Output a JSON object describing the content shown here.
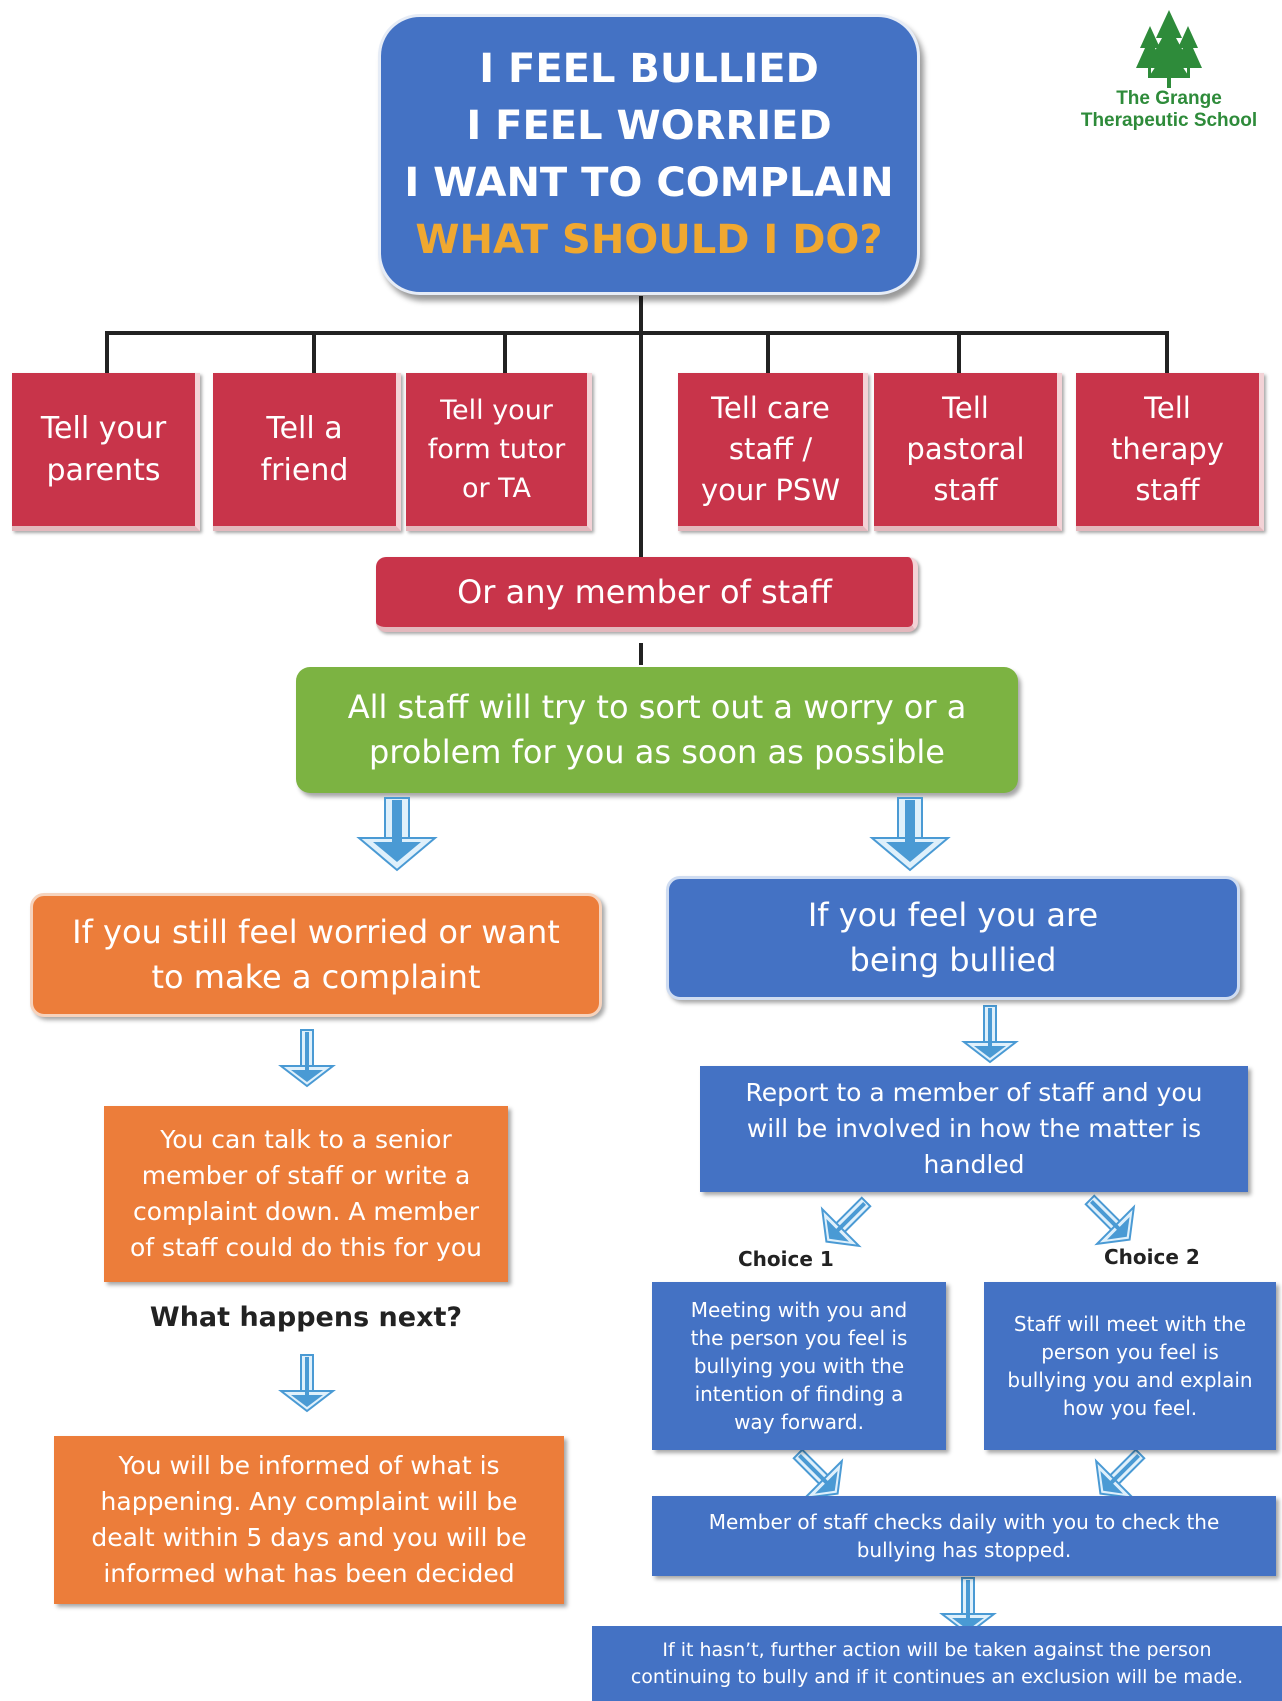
{
  "title": {
    "line1": "I FEEL BULLIED",
    "line2": "I FEEL WORRIED",
    "line3": "I WANT TO COMPLAIN",
    "line4": "WHAT SHOULD I DO?"
  },
  "logo": {
    "name_line1": "The Grange",
    "name_line2": "Therapeutic School"
  },
  "tell_options": [
    {
      "line1": "Tell your",
      "line2": "parents",
      "line3": ""
    },
    {
      "line1": "Tell a",
      "line2": "friend",
      "line3": ""
    },
    {
      "line1": "Tell your",
      "line2": "form tutor",
      "line3": "or TA"
    },
    {
      "line1": "Tell care",
      "line2": "staff /",
      "line3": "your PSW"
    },
    {
      "line1": "Tell",
      "line2": "pastoral",
      "line3": "staff"
    },
    {
      "line1": "Tell",
      "line2": "therapy",
      "line3": "staff"
    }
  ],
  "any_staff": "Or any member of staff",
  "all_staff": {
    "line1": "All staff will try to sort out a worry or a",
    "line2": "problem for you as soon as possible"
  },
  "left_branch": {
    "header_line1": "If you still feel worried or want",
    "header_line2": "to make a complaint",
    "step1": [
      "You can talk to a senior",
      "member of staff or write a",
      "complaint down. A member",
      "of staff could do this for you"
    ],
    "what_next": "What happens next?",
    "step2": [
      "You will be informed of what is",
      "happening. Any complaint will be",
      "dealt within 5 days and you will be",
      "informed what has been decided"
    ]
  },
  "right_branch": {
    "header_line1": "If you feel you are",
    "header_line2": "being bullied",
    "report": [
      "Report to a member of staff and you",
      "will be involved in how the matter is",
      "handled"
    ],
    "choice1_label": "Choice 1",
    "choice2_label": "Choice 2",
    "choice1": [
      "Meeting with you and",
      "the person you feel is",
      "bullying you with the",
      "intention of finding a",
      "way forward."
    ],
    "choice2": [
      "Staff will meet with the",
      "person you feel is",
      "bullying you and explain",
      "how you feel."
    ],
    "daily_check": [
      "Member of staff checks daily with you to check the",
      "bullying has stopped."
    ],
    "further_action": [
      "If it hasn’t, further action will be taken against the person",
      "continuing to bully and if it continues an exclusion will be made."
    ]
  },
  "colors": {
    "title_blue": "#4472c4",
    "title_highlight": "#f0a830",
    "red": "#c8344a",
    "green": "#7cb342",
    "orange": "#ec7d3a",
    "blue": "#4472c4",
    "arrow": "#4a9ad4",
    "logo_green": "#2e8b3a"
  }
}
